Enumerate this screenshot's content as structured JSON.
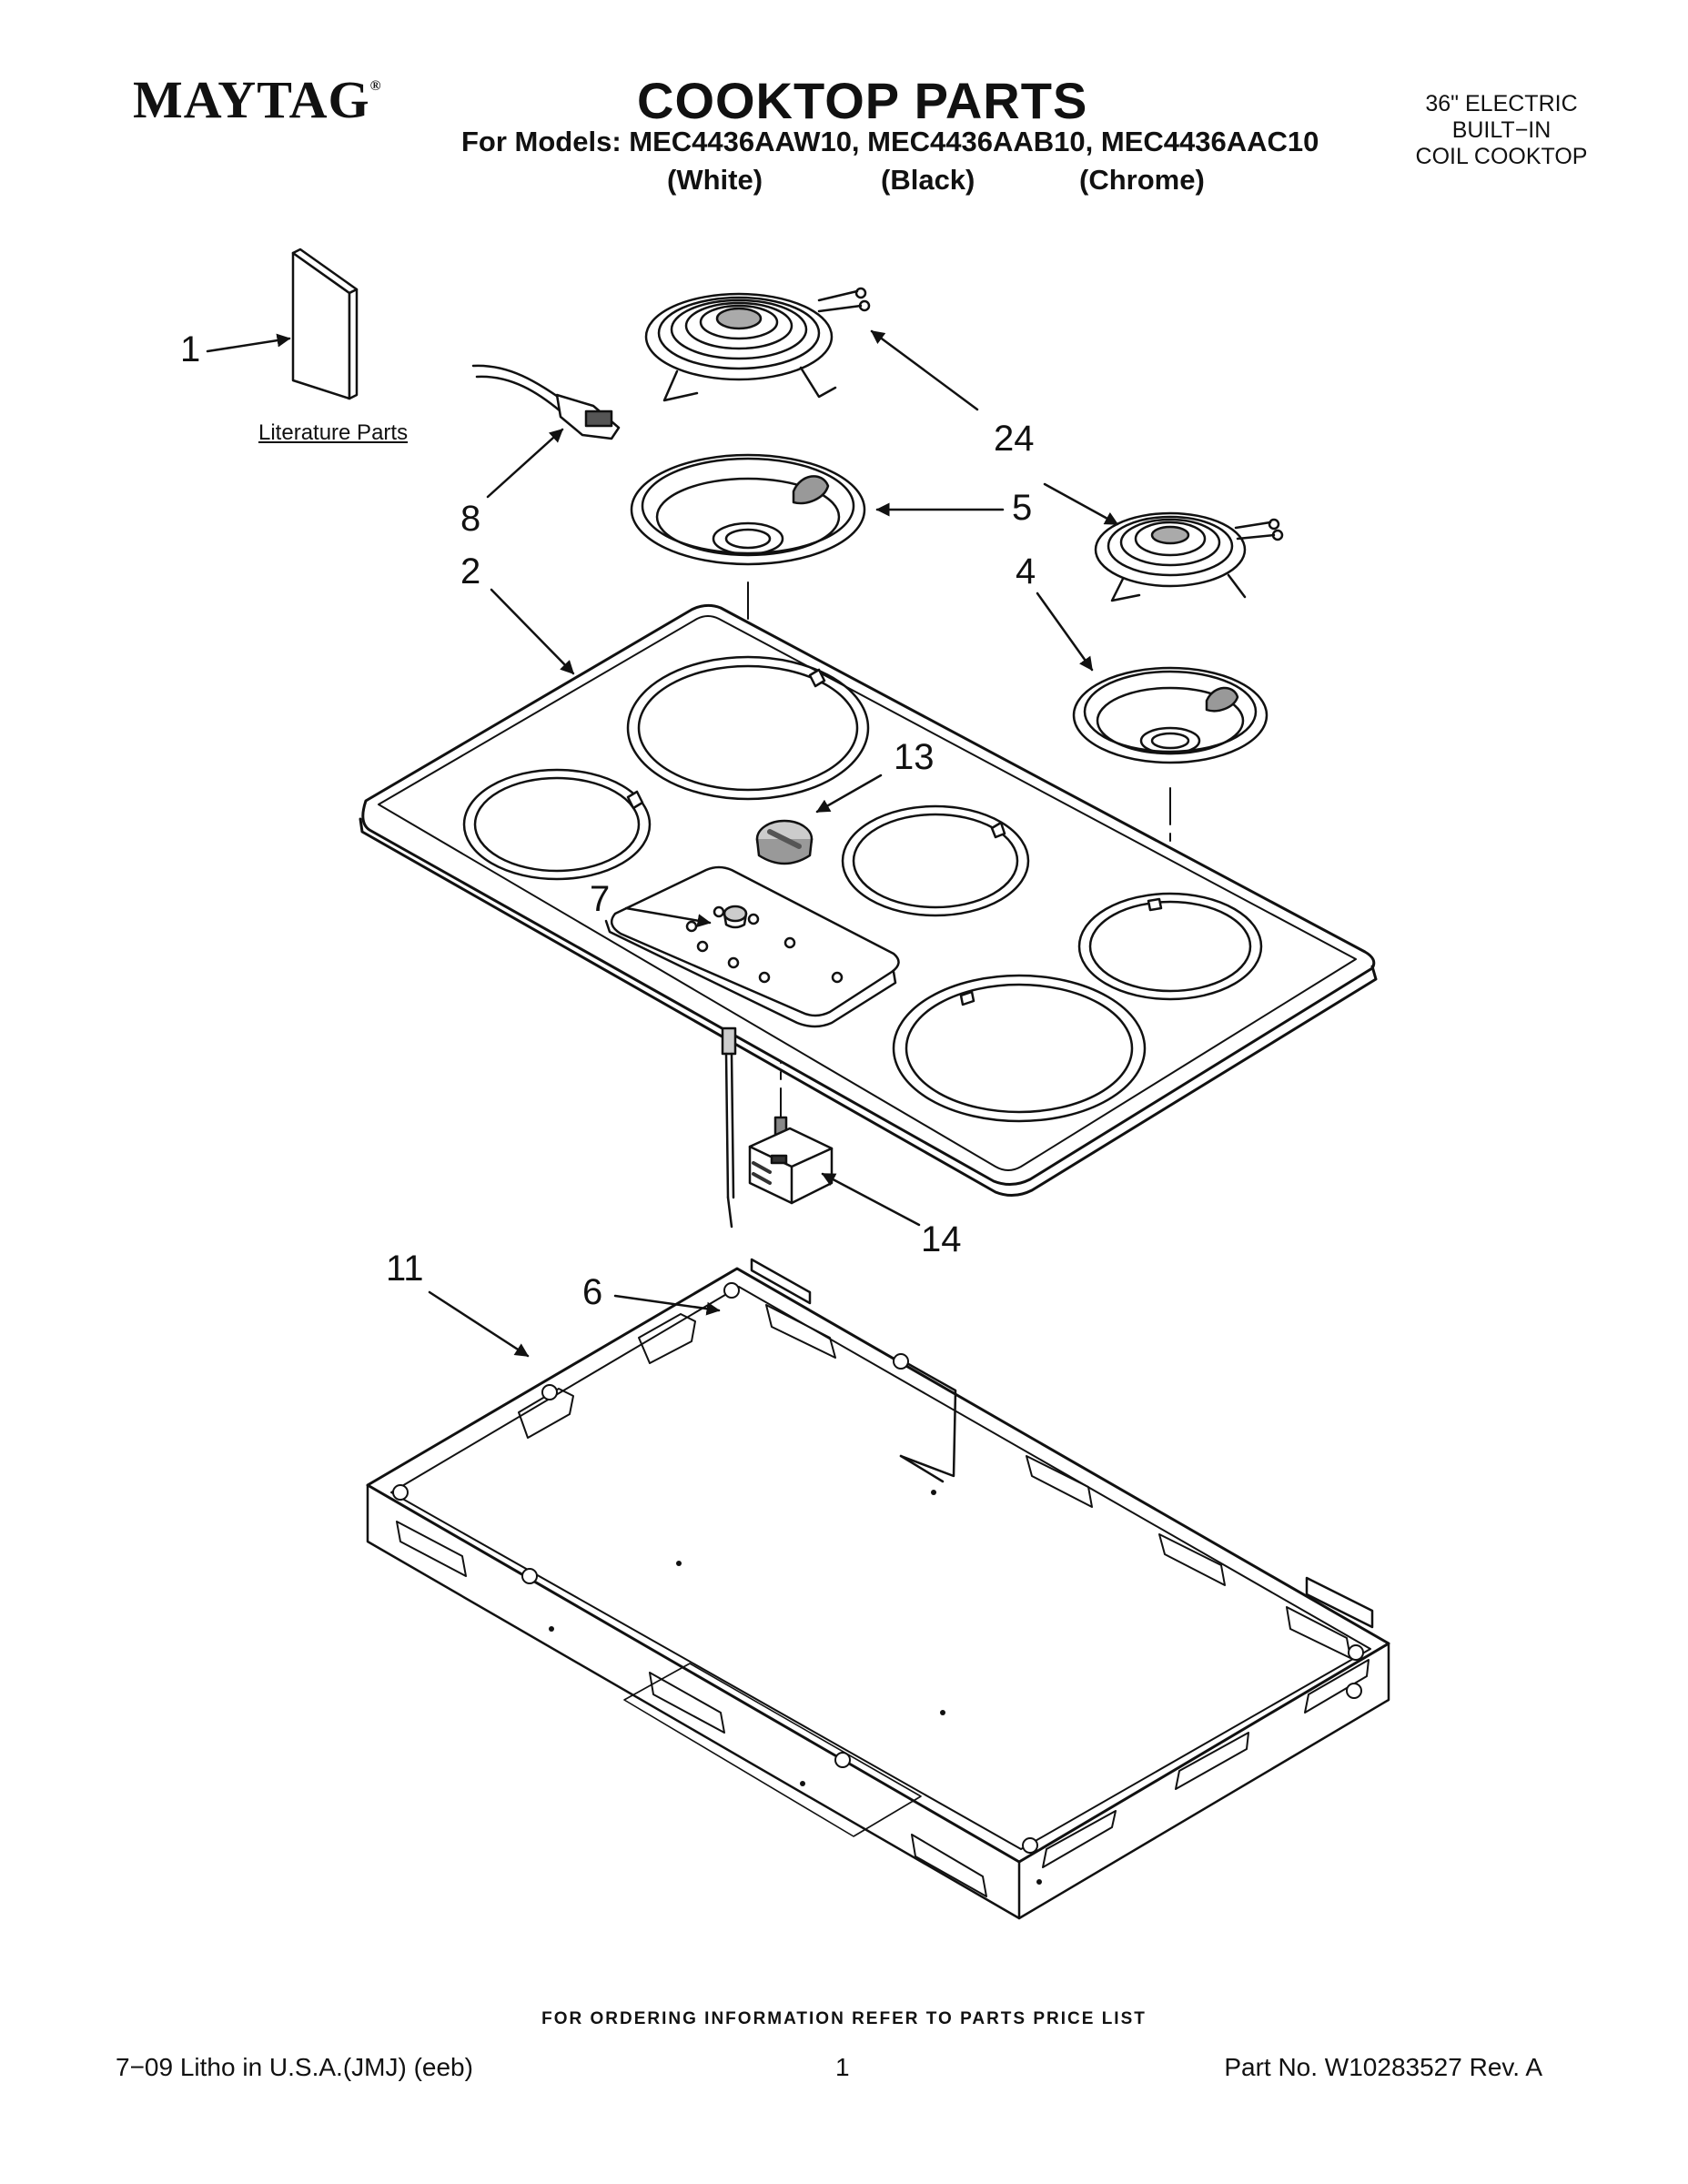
{
  "header": {
    "brand": "MAYTAG",
    "registered_mark": "®",
    "title": "COOKTOP PARTS",
    "models_line": "For Models: MEC4436AAW10, MEC4436AAB10, MEC4436AAC10",
    "colors": [
      "(White)",
      "(Black)",
      "(Chrome)"
    ],
    "spec_lines": [
      "36\" ELECTRIC",
      "BUILT−IN",
      "COIL COOKTOP"
    ]
  },
  "diagram": {
    "literature_label": "Literature Parts",
    "callouts": [
      "1",
      "8",
      "2",
      "24",
      "5",
      "4",
      "13",
      "7",
      "6",
      "14",
      "11"
    ]
  },
  "footer": {
    "ordering_note": "FOR ORDERING INFORMATION REFER TO PARTS PRICE LIST",
    "litho": "7−09 Litho in U.S.A.(JMJ) (eeb)",
    "page_number": "1",
    "part_number": "Part No. W10283527 Rev. A"
  }
}
